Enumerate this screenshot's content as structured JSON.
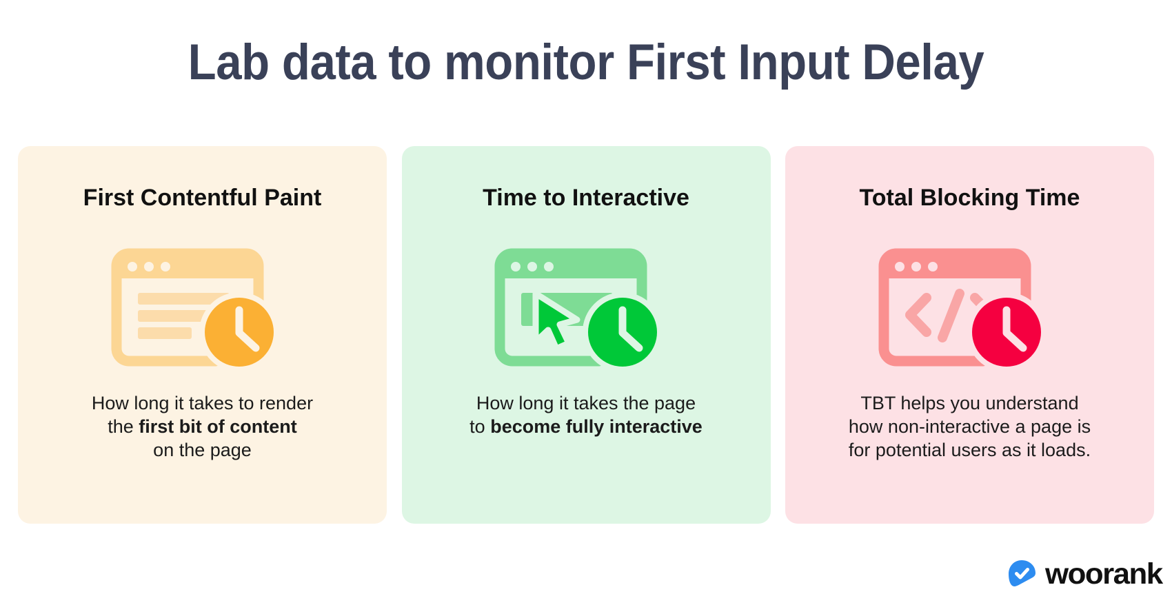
{
  "header": {
    "title": "Lab data to monitor First Input Delay",
    "title_color": "#3a4158"
  },
  "cards": [
    {
      "title": "First Contentful Paint",
      "bg_color": "#fdf3e3",
      "accent_color": "#fbb034",
      "frame_color": "#fcd694",
      "icon_name": "browser-window-with-text-lines-and-clock-icon",
      "body_lines": [
        {
          "text": "How long it takes to render",
          "bold": false
        },
        {
          "text": "the ",
          "bold": false,
          "bold_text": "first bit of content"
        },
        {
          "text": "on the page",
          "bold": false
        }
      ],
      "line1": "How long it takes to render",
      "line2_prefix": "the ",
      "line2_bold": "first bit of content",
      "line3": "on the page"
    },
    {
      "title": "Time to Interactive",
      "bg_color": "#ddf6e4",
      "accent_color": "#00c838",
      "frame_color": "#7edc95",
      "icon_name": "browser-window-with-cursor-and-clock-icon",
      "line1": "How long it takes the page",
      "line2_prefix": "to ",
      "line2_bold": "become fully interactive",
      "line3": ""
    },
    {
      "title": "Total Blocking Time",
      "bg_color": "#fde1e5",
      "accent_color": "#f50040",
      "frame_color": "#fa9090",
      "icon_name": "browser-window-with-code-tags-and-clock-icon",
      "line1": "TBT helps you understand",
      "line2_prefix": "how non-interactive a page is",
      "line2_bold": "",
      "line3": "for potential users as it loads."
    }
  ],
  "footer": {
    "brand_name": "woorank",
    "logo_icon": "woorank-check-badge-icon",
    "logo_color": "#2d8cf0",
    "brand_color": "#111111"
  }
}
